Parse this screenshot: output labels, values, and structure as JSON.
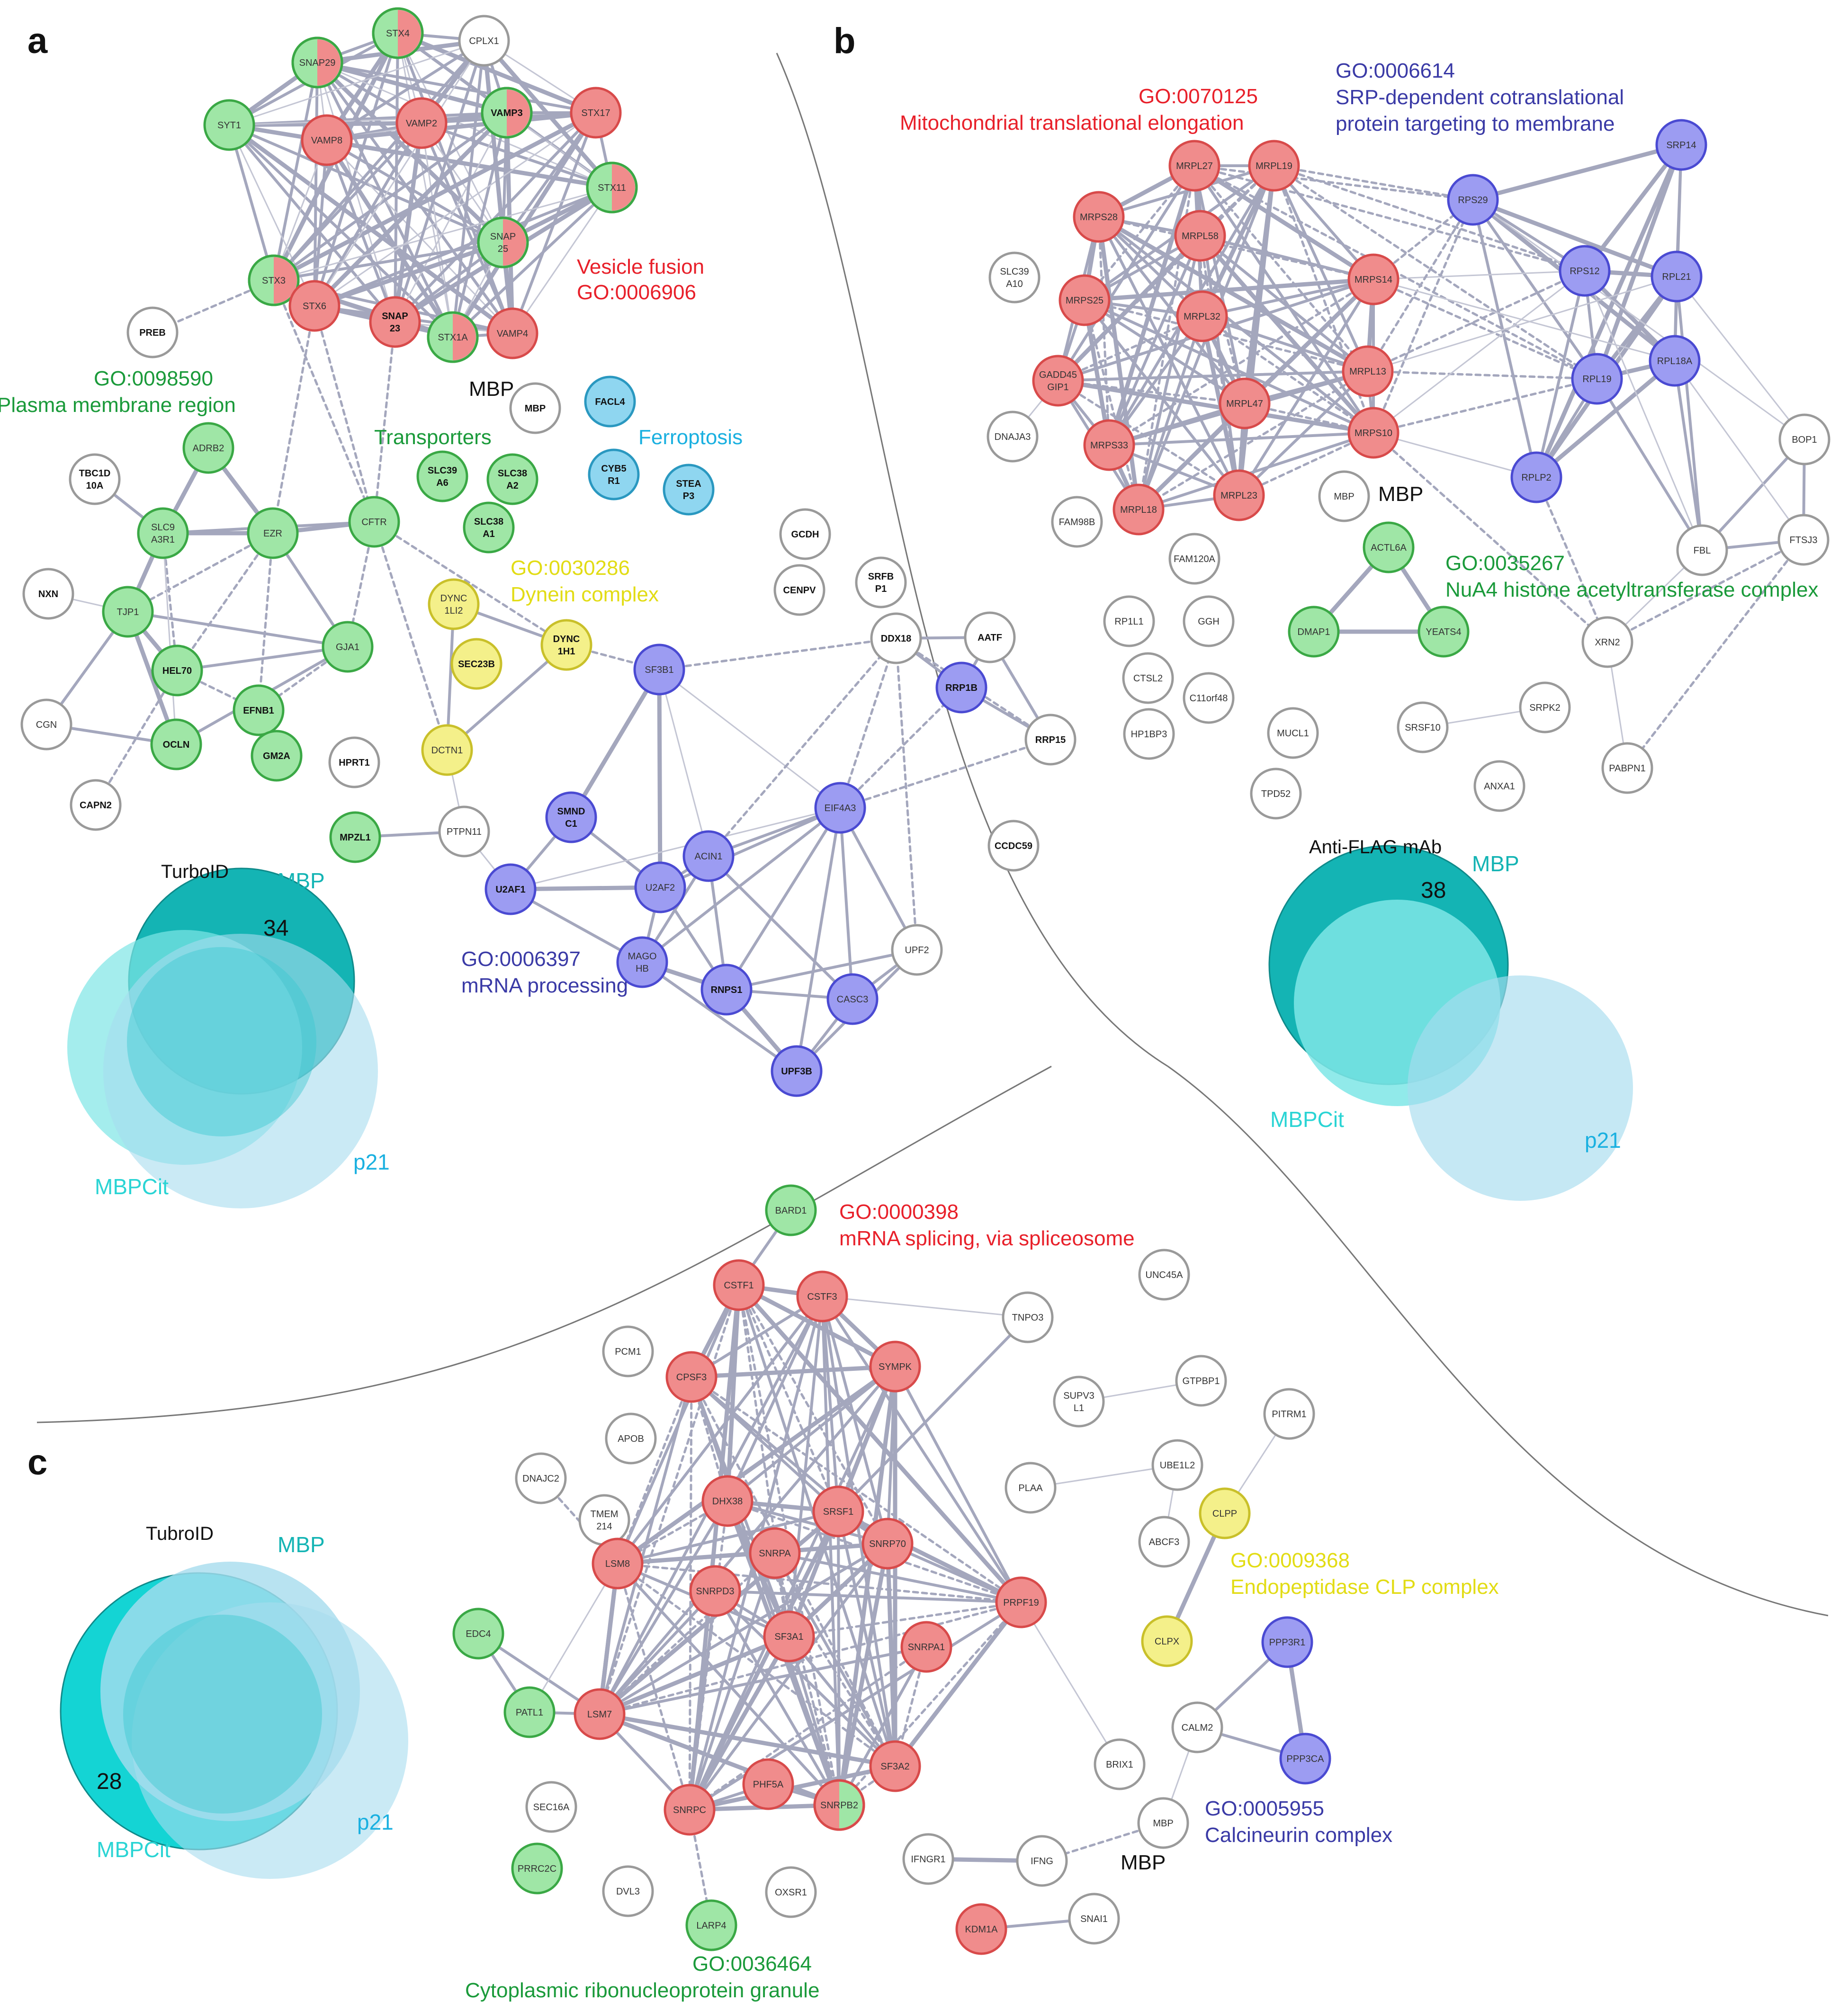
{
  "panels": {
    "a": "a",
    "b": "b",
    "c": "c"
  },
  "colors": {
    "red": "#f08c8c",
    "red_stroke": "#d84a4a",
    "green": "#9fe6a6",
    "green_stroke": "#3aa845",
    "blue": "#9c9cf2",
    "blue_stroke": "#4a4ad2",
    "cyan": "#8fd6f0",
    "cyan_stroke": "#2a98c0",
    "yellow": "#f4f08a",
    "yellow_stroke": "#c9c02a",
    "white": "#ffffff",
    "white_stroke": "#9a9a9a",
    "text_red": "#e8202a",
    "text_green": "#1a9a3a",
    "text_blue": "#3a3aa6",
    "text_cyan": "#1ab0e0",
    "text_yellow": "#e2dc14",
    "teal": "#14b4b4",
    "light_teal": "#7ee6e6",
    "light_blue": "#a6dcee"
  },
  "annotations": {
    "vesicle_go": "GO:0006906",
    "vesicle_name": "Vesicle fusion",
    "plasma_go": "GO:0098590",
    "plasma_name": "Plasma membrane region",
    "transporters": "Transporters",
    "ferroptosis": "Ferroptosis",
    "dynein_go": "GO:0030286",
    "dynein_name": "Dynein complex",
    "mrna_go": "GO:0006397",
    "mrna_name": "mRNA processing",
    "mito_go": "GO:0070125",
    "mito_name": "Mitochondrial translational elongation",
    "srp_go": "GO:0006614",
    "srp_name1": "SRP-dependent cotranslational",
    "srp_name2": "protein targeting to membrane",
    "nua4_go": "GO:0035267",
    "nua4_name": "NuA4 histone acetyltransferase complex",
    "splice_go": "GO:0000398",
    "splice_name": "mRNA splicing, via spliceosome",
    "clp_go": "GO:0009368",
    "clp_name": "Endopeptidase CLP complex",
    "calcineurin_go": "GO:0005955",
    "calcineurin_name": "Calcineurin complex",
    "rnp_go": "GO:0036464",
    "rnp_name": "Cytoplasmic ribonucleoprotein granule",
    "mbp_a": "MBP",
    "mbp_b": "MBP",
    "mbp_c": "MBP"
  },
  "venns": {
    "a": {
      "title": "TurboID",
      "mbp": "MBP",
      "mbpcit": "MBPCit",
      "p21": "p21",
      "count": "34"
    },
    "b": {
      "title": "Anti-FLAG mAb",
      "mbp": "MBP",
      "mbpcit": "MBPCit",
      "p21": "p21",
      "count": "38"
    },
    "c": {
      "title": "TubroID",
      "mbp": "MBP",
      "mbpcit": "MBPCit",
      "p21": "p21",
      "count": "28"
    }
  },
  "nodes": {
    "STX4": {
      "label": [
        "STX4"
      ],
      "fill": "green",
      "half": "red",
      "bold": false
    },
    "CPLX1": {
      "label": [
        "CPLX1"
      ],
      "fill": "white",
      "bold": false
    },
    "SNAP29": {
      "label": [
        "SNAP29"
      ],
      "fill": "green",
      "half": "red",
      "bold": false
    },
    "SYT1": {
      "label": [
        "SYT1"
      ],
      "fill": "green",
      "bold": false
    },
    "VAMP8": {
      "label": [
        "VAMP8"
      ],
      "fill": "red",
      "bold": false
    },
    "VAMP2": {
      "label": [
        "VAMP2"
      ],
      "fill": "red",
      "bold": false
    },
    "VAMP3": {
      "label": [
        "VAMP3"
      ],
      "fill": "green",
      "half": "red",
      "bold": true
    },
    "STX17": {
      "label": [
        "STX17"
      ],
      "fill": "red",
      "bold": false
    },
    "STX11": {
      "label": [
        "STX11"
      ],
      "fill": "green",
      "half": "red",
      "bold": false
    },
    "SNAP25": {
      "label": [
        "SNAP",
        "25"
      ],
      "fill": "green",
      "half": "red",
      "bold": false
    },
    "STX3": {
      "label": [
        "STX3"
      ],
      "fill": "green",
      "half": "red",
      "bold": false
    },
    "STX6": {
      "label": [
        "STX6"
      ],
      "fill": "red",
      "bold": false
    },
    "SNAP23": {
      "label": [
        "SNAP",
        "23"
      ],
      "fill": "red",
      "bold": true
    },
    "STX1A": {
      "label": [
        "STX1A"
      ],
      "fill": "green",
      "half": "red",
      "bold": false
    },
    "VAMP4": {
      "label": [
        "VAMP4"
      ],
      "fill": "red",
      "bold": false
    },
    "PREB": {
      "label": [
        "PREB"
      ],
      "fill": "white",
      "bold": true
    },
    "MBP_a": {
      "label": [
        "MBP"
      ],
      "fill": "white",
      "bold": true
    },
    "FACL4": {
      "label": [
        "FACL4"
      ],
      "fill": "cyan",
      "bold": true
    },
    "CYB5R1": {
      "label": [
        "CYB5",
        "R1"
      ],
      "fill": "cyan",
      "bold": true
    },
    "STEAP3": {
      "label": [
        "STEA",
        "P3"
      ],
      "fill": "cyan",
      "bold": true
    },
    "SLC39A6": {
      "label": [
        "SLC39",
        "A6"
      ],
      "fill": "green",
      "bold": true
    },
    "SLC38A2": {
      "label": [
        "SLC38",
        "A2"
      ],
      "fill": "green",
      "bold": true
    },
    "SLC38A1": {
      "label": [
        "SLC38",
        "A1"
      ],
      "fill": "green",
      "bold": true
    },
    "TBC1D10A": {
      "label": [
        "TBC1D",
        "10A"
      ],
      "fill": "white",
      "bold": true
    },
    "ADRB2": {
      "label": [
        "ADRB2"
      ],
      "fill": "green",
      "bold": false
    },
    "SLC9A3R1": {
      "label": [
        "SLC9",
        "A3R1"
      ],
      "fill": "green",
      "bold": false
    },
    "EZR": {
      "label": [
        "EZR"
      ],
      "fill": "green",
      "bold": false
    },
    "CFTR": {
      "label": [
        "CFTR"
      ],
      "fill": "green",
      "bold": false
    },
    "NXN": {
      "label": [
        "NXN"
      ],
      "fill": "white",
      "bold": true
    },
    "TJP1": {
      "label": [
        "TJP1"
      ],
      "fill": "green",
      "bold": false
    },
    "HEL70": {
      "label": [
        "HEL70"
      ],
      "fill": "green",
      "bold": true
    },
    "GJA1": {
      "label": [
        "GJA1"
      ],
      "fill": "green",
      "bold": false
    },
    "EFNB1": {
      "label": [
        "EFNB1"
      ],
      "fill": "green",
      "bold": true
    },
    "CGN": {
      "label": [
        "CGN"
      ],
      "fill": "white",
      "bold": false
    },
    "OCLN": {
      "label": [
        "OCLN"
      ],
      "fill": "green",
      "bold": true
    },
    "GM2A": {
      "label": [
        "GM2A"
      ],
      "fill": "green",
      "bold": true
    },
    "HPRT1": {
      "label": [
        "HPRT1"
      ],
      "fill": "white",
      "bold": true
    },
    "CAPN2": {
      "label": [
        "CAPN2"
      ],
      "fill": "white",
      "bold": true
    },
    "MPZL1": {
      "label": [
        "MPZL1"
      ],
      "fill": "green",
      "bold": true
    },
    "PTPN11": {
      "label": [
        "PTPN11"
      ],
      "fill": "white",
      "bold": false
    },
    "DYNC1LI2": {
      "label": [
        "DYNC",
        "1LI2"
      ],
      "fill": "yellow",
      "bold": false
    },
    "SEC23B": {
      "label": [
        "SEC23B"
      ],
      "fill": "yellow",
      "bold": true
    },
    "DYNC1H1": {
      "label": [
        "DYNC",
        "1H1"
      ],
      "fill": "yellow",
      "bold": true
    },
    "DCTN1": {
      "label": [
        "DCTN1"
      ],
      "fill": "yellow",
      "bold": false
    },
    "GCDH": {
      "label": [
        "GCDH"
      ],
      "fill": "white",
      "bold": true
    },
    "CENPV": {
      "label": [
        "CENPV"
      ],
      "fill": "white",
      "bold": true
    },
    "SRFBP1": {
      "label": [
        "SRFB",
        "P1"
      ],
      "fill": "white",
      "bold": true
    },
    "DDX18": {
      "label": [
        "DDX18"
      ],
      "fill": "white",
      "bold": true
    },
    "AATF": {
      "label": [
        "AATF"
      ],
      "fill": "white",
      "bold": true
    },
    "SF3B1": {
      "label": [
        "SF3B1"
      ],
      "fill": "blue",
      "bold": false
    },
    "RRP1B": {
      "label": [
        "RRP1B"
      ],
      "fill": "blue",
      "bold": true
    },
    "RRP15": {
      "label": [
        "RRP15"
      ],
      "fill": "white",
      "bold": true
    },
    "EIF4A3": {
      "label": [
        "EIF4A3"
      ],
      "fill": "blue",
      "bold": false
    },
    "ACIN1": {
      "label": [
        "ACIN1"
      ],
      "fill": "blue",
      "bold": false
    },
    "SMNDC1": {
      "label": [
        "SMND",
        "C1"
      ],
      "fill": "blue",
      "bold": true
    },
    "CCDC59": {
      "label": [
        "CCDC59"
      ],
      "fill": "white",
      "bold": true
    },
    "U2AF1": {
      "label": [
        "U2AF1"
      ],
      "fill": "blue",
      "bold": true
    },
    "U2AF2": {
      "label": [
        "U2AF2"
      ],
      "fill": "blue",
      "bold": false
    },
    "UPF2": {
      "label": [
        "UPF2"
      ],
      "fill": "white",
      "bold": false
    },
    "MAGOHB": {
      "label": [
        "MAGO",
        "HB"
      ],
      "fill": "blue",
      "bold": false
    },
    "RNPS1": {
      "label": [
        "RNPS1"
      ],
      "fill": "blue",
      "bold": true
    },
    "CASC3": {
      "label": [
        "CASC3"
      ],
      "fill": "blue",
      "bold": false
    },
    "UPF3B": {
      "label": [
        "UPF3B"
      ],
      "fill": "blue",
      "bold": true
    },
    "MRPL27": {
      "label": [
        "MRPL27"
      ],
      "fill": "red",
      "bold": false
    },
    "MRPL19": {
      "label": [
        "MRPL19"
      ],
      "fill": "red",
      "bold": false
    },
    "MRPS28": {
      "label": [
        "MRPS28"
      ],
      "fill": "red",
      "bold": false
    },
    "MRPL58": {
      "label": [
        "MRPL58"
      ],
      "fill": "red",
      "bold": false
    },
    "SLC39A10": {
      "label": [
        "SLC39",
        "A10"
      ],
      "fill": "white",
      "bold": false
    },
    "MRPS25": {
      "label": [
        "MRPS25"
      ],
      "fill": "red",
      "bold": false
    },
    "MRPL32": {
      "label": [
        "MRPL32"
      ],
      "fill": "red",
      "bold": false
    },
    "MRPS14": {
      "label": [
        "MRPS14"
      ],
      "fill": "red",
      "bold": false
    },
    "GADD45GIP1": {
      "label": [
        "GADD45",
        "GIP1"
      ],
      "fill": "red",
      "bold": false
    },
    "MRPL13": {
      "label": [
        "MRPL13"
      ],
      "fill": "red",
      "bold": false
    },
    "MRPL47": {
      "label": [
        "MRPL47"
      ],
      "fill": "red",
      "bold": false
    },
    "DNAJA3": {
      "label": [
        "DNAJA3"
      ],
      "fill": "white",
      "bold": false
    },
    "MRPS33": {
      "label": [
        "MRPS33"
      ],
      "fill": "red",
      "bold": false
    },
    "MRPS10": {
      "label": [
        "MRPS10"
      ],
      "fill": "red",
      "bold": false
    },
    "MRPL18": {
      "label": [
        "MRPL18"
      ],
      "fill": "red",
      "bold": false
    },
    "MRPL23": {
      "label": [
        "MRPL23"
      ],
      "fill": "red",
      "bold": false
    },
    "MBP_b": {
      "label": [
        "MBP"
      ],
      "fill": "white",
      "bold": false
    },
    "RPS29": {
      "label": [
        "RPS29"
      ],
      "fill": "blue",
      "bold": false
    },
    "SRP14": {
      "label": [
        "SRP14"
      ],
      "fill": "blue",
      "bold": false
    },
    "RPS12": {
      "label": [
        "RPS12"
      ],
      "fill": "blue",
      "bold": false
    },
    "RPL21": {
      "label": [
        "RPL21"
      ],
      "fill": "blue",
      "bold": false
    },
    "RPL19": {
      "label": [
        "RPL19"
      ],
      "fill": "blue",
      "bold": false
    },
    "RPL18A": {
      "label": [
        "RPL18A"
      ],
      "fill": "blue",
      "bold": false
    },
    "RPLP2": {
      "label": [
        "RPLP2"
      ],
      "fill": "blue",
      "bold": false
    },
    "BOP1": {
      "label": [
        "BOP1"
      ],
      "fill": "white",
      "bold": false
    },
    "FBL": {
      "label": [
        "FBL"
      ],
      "fill": "white",
      "bold": false
    },
    "FTSJ3": {
      "label": [
        "FTSJ3"
      ],
      "fill": "white",
      "bold": false
    },
    "XRN2": {
      "label": [
        "XRN2"
      ],
      "fill": "white",
      "bold": false
    },
    "SRPK2": {
      "label": [
        "SRPK2"
      ],
      "fill": "white",
      "bold": false
    },
    "PABPN1": {
      "label": [
        "PABPN1"
      ],
      "fill": "white",
      "bold": false
    },
    "SRSF10": {
      "label": [
        "SRSF10"
      ],
      "fill": "white",
      "bold": false
    },
    "ANXA1": {
      "label": [
        "ANXA1"
      ],
      "fill": "white",
      "bold": false
    },
    "ACTL6A": {
      "label": [
        "ACTL6A"
      ],
      "fill": "green",
      "bold": false
    },
    "DMAP1": {
      "label": [
        "DMAP1"
      ],
      "fill": "green",
      "bold": false
    },
    "YEATS4": {
      "label": [
        "YEATS4"
      ],
      "fill": "green",
      "bold": false
    },
    "FAM98B": {
      "label": [
        "FAM98B"
      ],
      "fill": "white",
      "bold": false
    },
    "FAM120A": {
      "label": [
        "FAM120A"
      ],
      "fill": "white",
      "bold": false
    },
    "RP1L1": {
      "label": [
        "RP1L1"
      ],
      "fill": "white",
      "bold": false
    },
    "GGH": {
      "label": [
        "GGH"
      ],
      "fill": "white",
      "bold": false
    },
    "CTSL2": {
      "label": [
        "CTSL2"
      ],
      "fill": "white",
      "bold": false
    },
    "C11orf48": {
      "label": [
        "C11orf48"
      ],
      "fill": "white",
      "bold": false
    },
    "HP1BP3": {
      "label": [
        "HP1BP3"
      ],
      "fill": "white",
      "bold": false
    },
    "MUCL1": {
      "label": [
        "MUCL1"
      ],
      "fill": "white",
      "bold": false
    },
    "TPD52": {
      "label": [
        "TPD52"
      ],
      "fill": "white",
      "bold": false
    },
    "BARD1": {
      "label": [
        "BARD1"
      ],
      "fill": "green",
      "bold": false
    },
    "CSTF1": {
      "label": [
        "CSTF1"
      ],
      "fill": "red",
      "bold": false
    },
    "CSTF3": {
      "label": [
        "CSTF3"
      ],
      "fill": "red",
      "bold": false
    },
    "UNC45A": {
      "label": [
        "UNC45A"
      ],
      "fill": "white",
      "bold": false
    },
    "TNPO3": {
      "label": [
        "TNPO3"
      ],
      "fill": "white",
      "bold": false
    },
    "PCM1": {
      "label": [
        "PCM1"
      ],
      "fill": "white",
      "bold": false
    },
    "CPSF3": {
      "label": [
        "CPSF3"
      ],
      "fill": "red",
      "bold": false
    },
    "SYMPK": {
      "label": [
        "SYMPK"
      ],
      "fill": "red",
      "bold": false
    },
    "SUPV3L1": {
      "label": [
        "SUPV3",
        "L1"
      ],
      "fill": "white",
      "bold": false
    },
    "GTPBP1": {
      "label": [
        "GTPBP1"
      ],
      "fill": "white",
      "bold": false
    },
    "PITRM1": {
      "label": [
        "PITRM1"
      ],
      "fill": "white",
      "bold": false
    },
    "APOB": {
      "label": [
        "APOB"
      ],
      "fill": "white",
      "bold": false
    },
    "DNAJC2": {
      "label": [
        "DNAJC2"
      ],
      "fill": "white",
      "bold": false
    },
    "UBE1L2": {
      "label": [
        "UBE1L2"
      ],
      "fill": "white",
      "bold": false
    },
    "PLAA": {
      "label": [
        "PLAA"
      ],
      "fill": "white",
      "bold": false
    },
    "TMEM214": {
      "label": [
        "TMEM",
        "214"
      ],
      "fill": "white",
      "bold": false
    },
    "DHX38": {
      "label": [
        "DHX38"
      ],
      "fill": "red",
      "bold": false
    },
    "SRSF1": {
      "label": [
        "SRSF1"
      ],
      "fill": "red",
      "bold": false
    },
    "CLPP": {
      "label": [
        "CLPP"
      ],
      "fill": "yellow",
      "bold": false
    },
    "ABCF3": {
      "label": [
        "ABCF3"
      ],
      "fill": "white",
      "bold": false
    },
    "SNRPA": {
      "label": [
        "SNRPA"
      ],
      "fill": "red",
      "bold": false
    },
    "SNRP70": {
      "label": [
        "SNRP70"
      ],
      "fill": "red",
      "bold": false
    },
    "LSM8": {
      "label": [
        "LSM8"
      ],
      "fill": "red",
      "bold": false
    },
    "SNRPD3": {
      "label": [
        "SNRPD3"
      ],
      "fill": "red",
      "bold": false
    },
    "PRPF19": {
      "label": [
        "PRPF19"
      ],
      "fill": "red",
      "bold": false
    },
    "EDC4": {
      "label": [
        "EDC4"
      ],
      "fill": "green",
      "bold": false
    },
    "CLPX": {
      "label": [
        "CLPX"
      ],
      "fill": "yellow",
      "bold": false
    },
    "PPP3R1": {
      "label": [
        "PPP3R1"
      ],
      "fill": "blue",
      "bold": false
    },
    "SF3A1": {
      "label": [
        "SF3A1"
      ],
      "fill": "red",
      "bold": false
    },
    "SNRPA1": {
      "label": [
        "SNRPA1"
      ],
      "fill": "red",
      "bold": false
    },
    "PATL1": {
      "label": [
        "PATL1"
      ],
      "fill": "green",
      "bold": false
    },
    "LSM7": {
      "label": [
        "LSM7"
      ],
      "fill": "red",
      "bold": false
    },
    "CALM2": {
      "label": [
        "CALM2"
      ],
      "fill": "white",
      "bold": false
    },
    "PPP3CA": {
      "label": [
        "PPP3CA"
      ],
      "fill": "blue",
      "bold": false
    },
    "SF3A2": {
      "label": [
        "SF3A2"
      ],
      "fill": "red",
      "bold": false
    },
    "BRIX1": {
      "label": [
        "BRIX1"
      ],
      "fill": "white",
      "bold": false
    },
    "PHF5A": {
      "label": [
        "PHF5A"
      ],
      "fill": "red",
      "bold": false
    },
    "SNRPC": {
      "label": [
        "SNRPC"
      ],
      "fill": "red",
      "bold": false
    },
    "SNRPB2": {
      "label": [
        "SNRPB2"
      ],
      "fill": "red",
      "half": "green",
      "bold": false
    },
    "SEC16A": {
      "label": [
        "SEC16A"
      ],
      "fill": "white",
      "bold": false
    },
    "MBP_c": {
      "label": [
        "MBP"
      ],
      "fill": "white",
      "bold": false
    },
    "PRRC2C": {
      "label": [
        "PRRC2C"
      ],
      "fill": "green",
      "bold": false
    },
    "DVL3": {
      "label": [
        "DVL3"
      ],
      "fill": "white",
      "bold": false
    },
    "IFNGR1": {
      "label": [
        "IFNGR1"
      ],
      "fill": "white",
      "bold": false
    },
    "IFNG": {
      "label": [
        "IFNG"
      ],
      "fill": "white",
      "bold": false
    },
    "OXSR1": {
      "label": [
        "OXSR1"
      ],
      "fill": "white",
      "bold": false
    },
    "LARP4": {
      "label": [
        "LARP4"
      ],
      "fill": "green",
      "bold": false
    },
    "KDM1A": {
      "label": [
        "KDM1A"
      ],
      "fill": "red",
      "bold": false
    },
    "SNAI1": {
      "label": [
        "SNAI1"
      ],
      "fill": "white",
      "bold": false
    }
  }
}
